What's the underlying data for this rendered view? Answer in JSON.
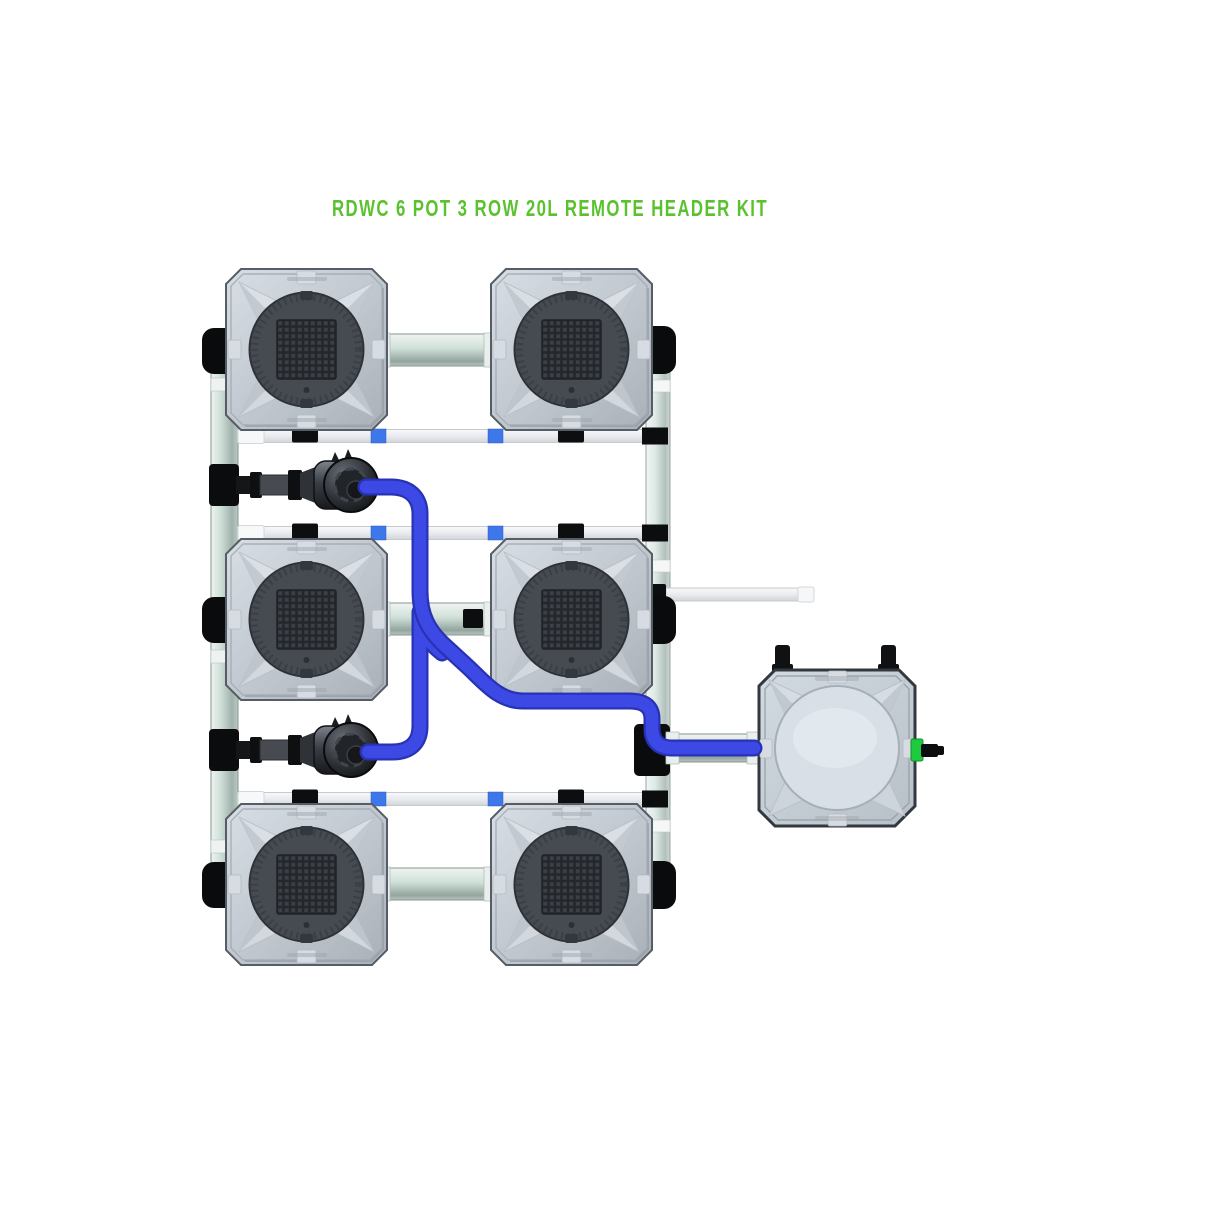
{
  "title": {
    "text": "RDWC 6 POT 3 ROW 20L REMOTE HEADER KIT"
  },
  "colors": {
    "background": "#ffffff",
    "title_green": "#5bc22f",
    "tube_blue": "#3d49e4",
    "tube_blue_dark": "#2832b4",
    "coupler_blue": "#3d77ea",
    "fitting_green": "#1ecb3f",
    "pot_body_grey": "#c3cbd3",
    "pipe_metallic_green": "#cfe0d8",
    "drain_pipe_white": "#e9ebee",
    "pump_black": "#17191d"
  },
  "system": {
    "pot_count": 6,
    "row_count": 3,
    "pot_volume_label": "20L",
    "kit_type_label": "RDWC",
    "header_label": "REMOTE HEADER",
    "pots": [
      {
        "id": "pot-1",
        "row": 1,
        "column": 1
      },
      {
        "id": "pot-2",
        "row": 1,
        "column": 2
      },
      {
        "id": "pot-3",
        "row": 2,
        "column": 1
      },
      {
        "id": "pot-4",
        "row": 2,
        "column": 2
      },
      {
        "id": "pot-5",
        "row": 3,
        "column": 1
      },
      {
        "id": "pot-6",
        "row": 3,
        "column": 2
      }
    ],
    "pumps": [
      {
        "id": "pump-1",
        "location": "left manifold between row 1 and row 2"
      },
      {
        "id": "pump-2",
        "location": "left manifold between row 2 and row 3"
      }
    ],
    "header_tank": {
      "position": "right of rows 2-3",
      "top_posts": 2,
      "side_fitting": "green outlet"
    }
  }
}
